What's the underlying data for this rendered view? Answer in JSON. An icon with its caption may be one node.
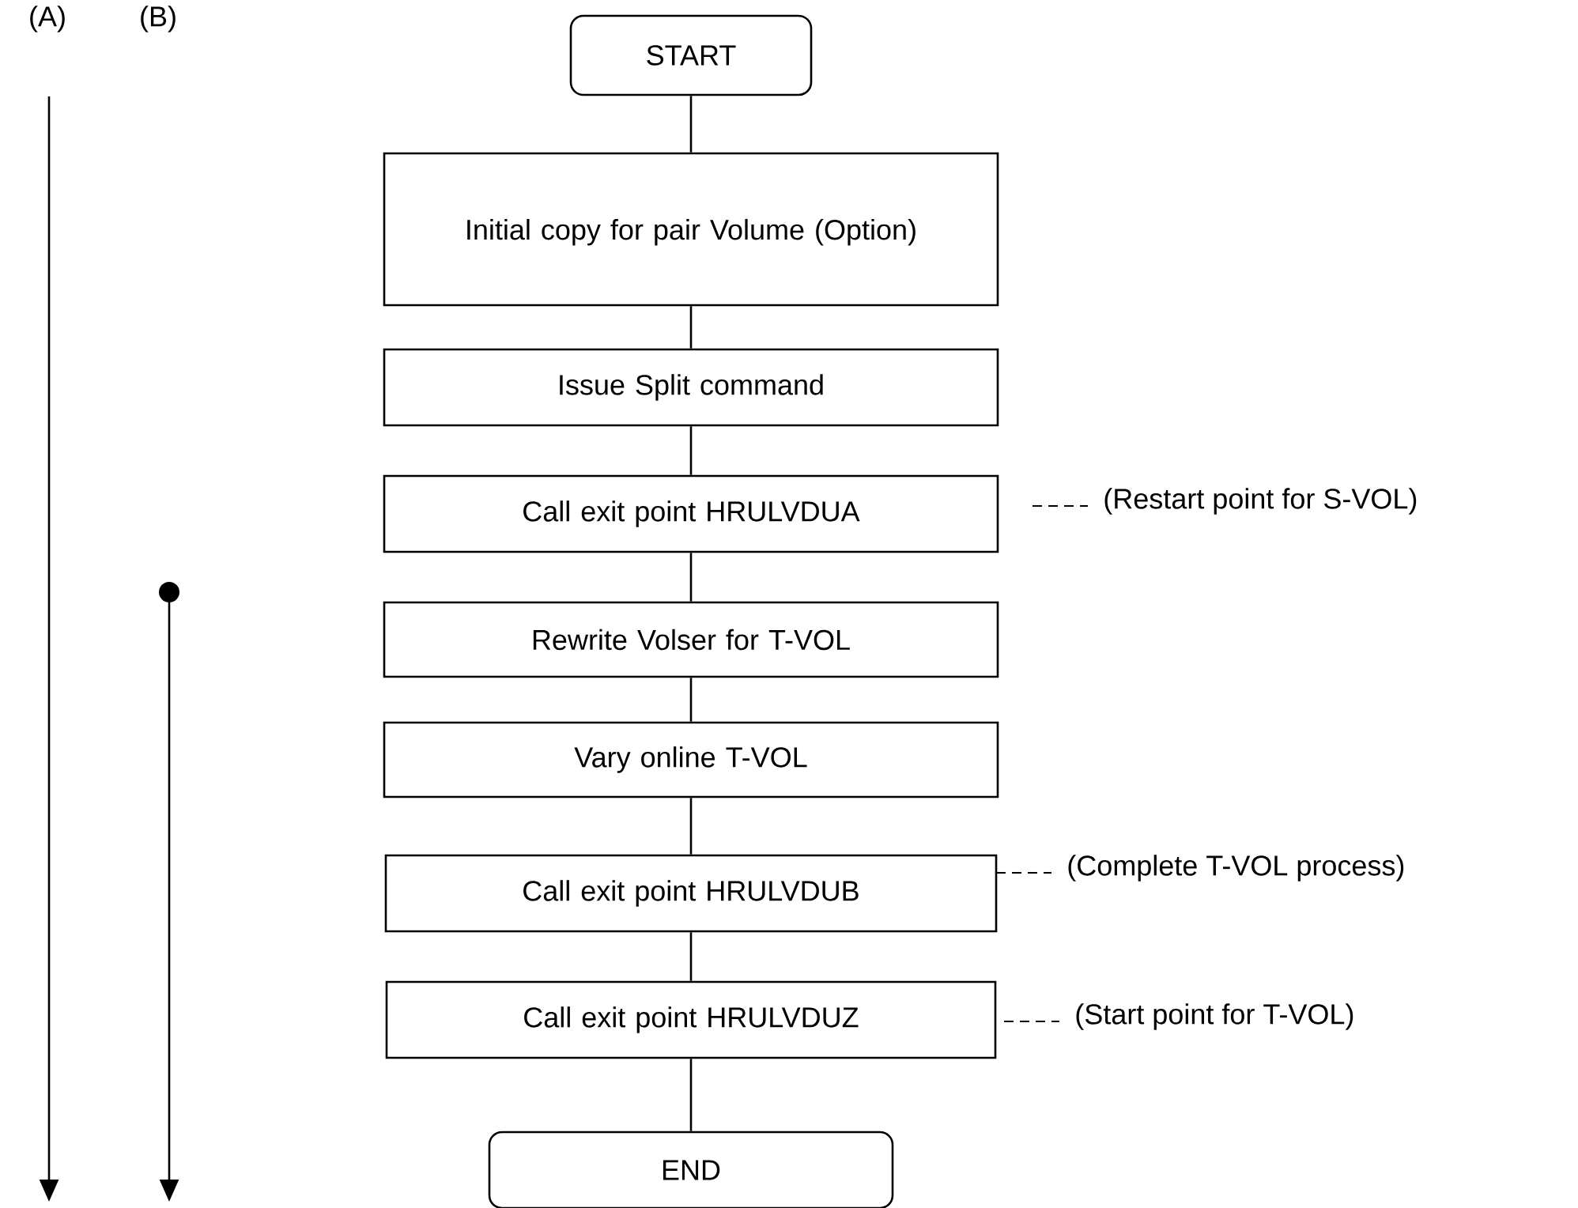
{
  "diagram": {
    "nodes": [
      {
        "text": [
          "START"
        ]
      },
      {
        "text": [
          "Initial copy for pair Volume (Option)"
        ]
      },
      {
        "text": [
          "Issue Split command"
        ]
      },
      {
        "text": [
          "Call exit point HRULVDUA"
        ],
        "beside": [
          "(Restart point for S-VOL)"
        ]
      },
      {
        "text": [
          "Rewrite Volser for T-VOL"
        ]
      },
      {
        "text": [
          "Vary online T-VOL"
        ]
      },
      {
        "text": [
          "Call exit point HRULVDUB"
        ],
        "beside": [
          "(Complete T-VOL process)"
        ]
      },
      {
        "text": [
          "Call exit point HRULVDUZ"
        ],
        "beside": [
          "(Start point for T-VOL)"
        ]
      },
      {
        "text": [
          "END"
        ]
      }
    ],
    "edges": [
      {
        "from": 0,
        "to": 1,
        "arrow": "none"
      },
      {
        "from": 1,
        "to": 2,
        "arrow": "none"
      },
      {
        "from": 2,
        "to": 3,
        "arrow": "none"
      },
      {
        "from": 3,
        "to": 4,
        "arrow": "none"
      },
      {
        "from": 4,
        "to": 5,
        "arrow": "none"
      },
      {
        "from": 5,
        "to": 6,
        "arrow": "none"
      },
      {
        "from": 6,
        "to": 7,
        "arrow": "none"
      },
      {
        "from": 7,
        "to": 8,
        "arrow": "none"
      }
    ],
    "labels": [
      "(A)",
      "(B)"
    ]
  }
}
